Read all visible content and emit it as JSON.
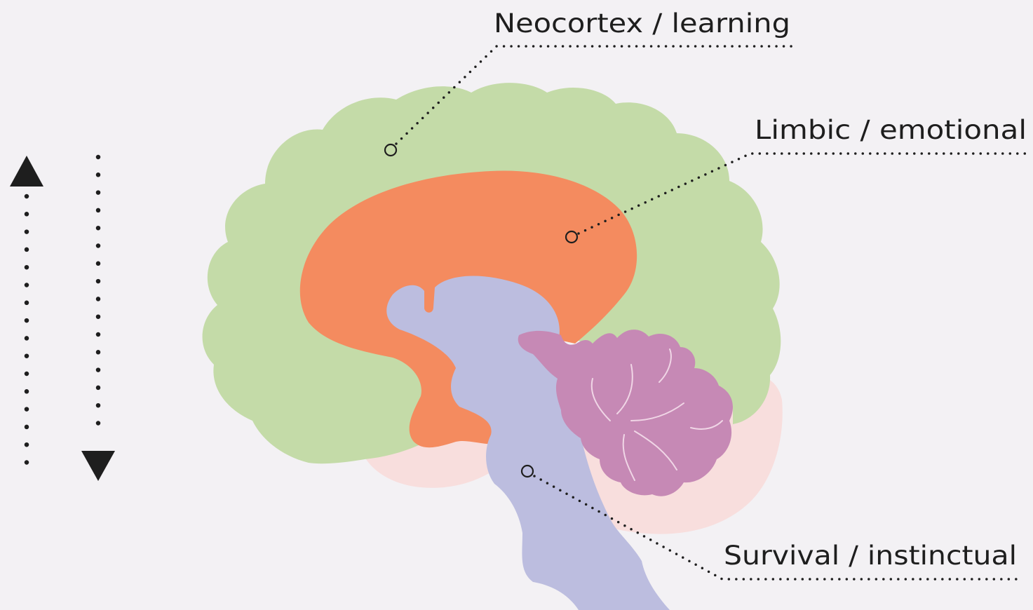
{
  "labels": {
    "neocortex": "Neocortex / learning",
    "limbic": "Limbic / emotional",
    "survival": "Survival / instinctual"
  },
  "colors": {
    "background": "#f3f1f4",
    "neocortex": "#c4dba8",
    "limbic": "#f48b5f",
    "brainstem": "#bcbddf",
    "cerebellum": "#c689b5",
    "pink_underlay": "#f8dedd",
    "ink": "#1e1e1e"
  },
  "icons": {
    "up_arrow": "dotted-up-arrow-icon",
    "down_arrow": "dotted-down-arrow-icon"
  }
}
